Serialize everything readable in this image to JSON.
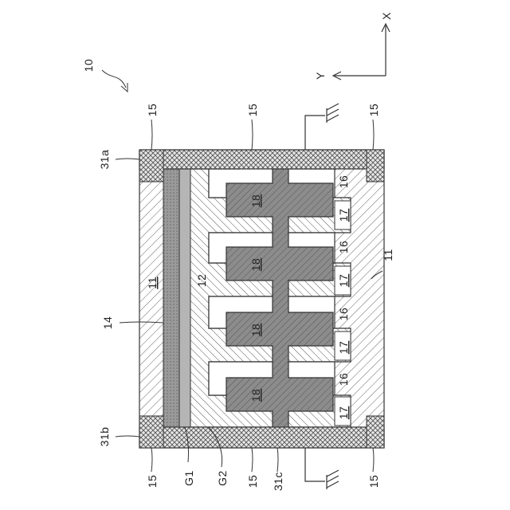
{
  "figure": {
    "ref_device": "10",
    "axes": {
      "x": "X",
      "y": "Y"
    },
    "labels": {
      "l15": "15",
      "l31a": "31a",
      "l31b": "31b",
      "l31c": "31c",
      "l14": "14",
      "l11": "11",
      "l12": "12",
      "l16": "16",
      "l17": "17",
      "l18": "18",
      "g1": "G1",
      "g2": "G2"
    }
  },
  "colors": {
    "line": "#333333",
    "gray_fill": "#a0a0a0",
    "gate_fill": "#b8b8b8"
  }
}
